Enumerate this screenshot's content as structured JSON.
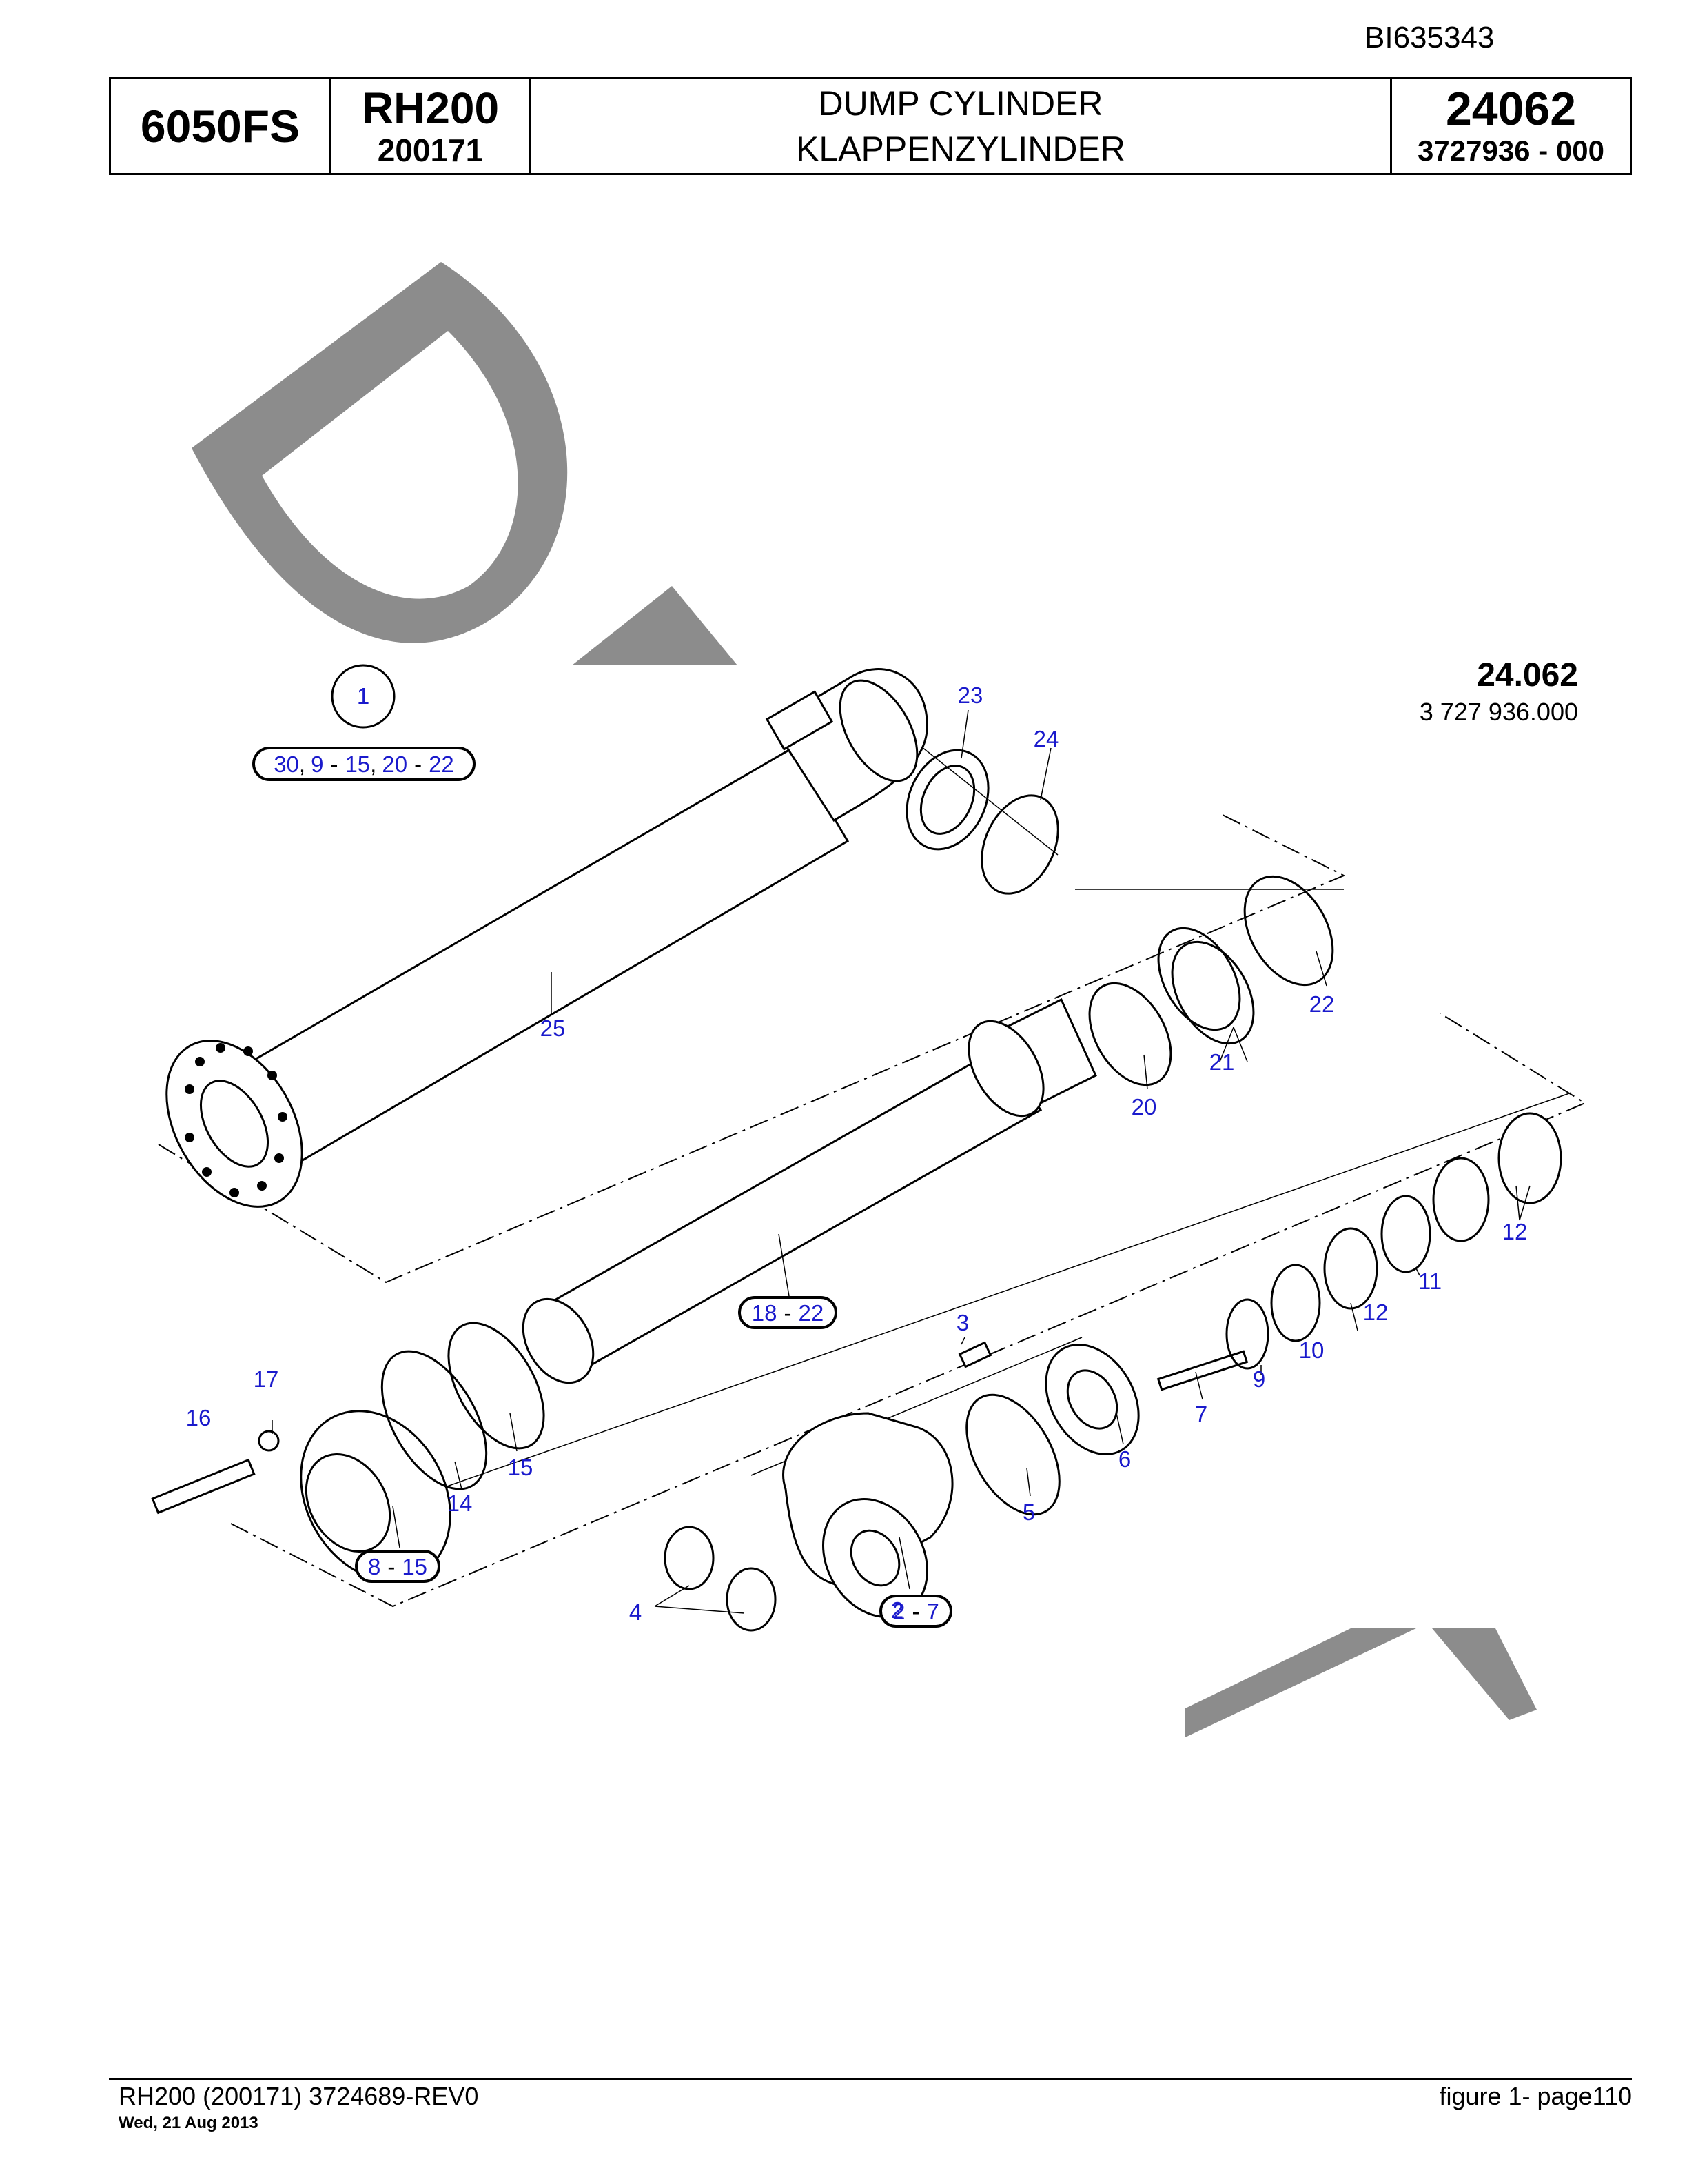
{
  "doc_id": "BI635343",
  "header": {
    "model": "6050FS",
    "machine": "RH200",
    "serial": "200171",
    "title_en": "DUMP CYLINDER",
    "title_de": "KLAPPENZYLINDER",
    "group_no": "24062",
    "part_no": "3727936  - 000"
  },
  "figure": {
    "number": "24.062",
    "code": "3 727 936.000"
  },
  "callouts": [
    "1",
    "2",
    "3",
    "4",
    "5",
    "6",
    "7",
    "9",
    "10",
    "11",
    "12",
    "12",
    "14",
    "15",
    "16",
    "17",
    "20",
    "21",
    "22",
    "23",
    "24",
    "25"
  ],
  "groups": {
    "g1": {
      "a": "30",
      "sep1": ",",
      "b": "9",
      "sep2": "-",
      "c": "15",
      "sep3": ",",
      "d": "20",
      "sep4": "-",
      "e": "22"
    },
    "g2": {
      "a": "18",
      "sep": "-",
      "b": "22"
    },
    "g3": {
      "a": "8",
      "sep": "-",
      "b": "15"
    },
    "g4": {
      "a": "2",
      "sep": "-",
      "b": "7"
    }
  },
  "footer": {
    "left": "RH200 (200171) 3724689-REV0",
    "date": "Wed, 21 Aug 2013",
    "right": "figure  1- page110"
  },
  "colors": {
    "callout": "#1a1acc",
    "watermark": "#8c8c8c"
  }
}
